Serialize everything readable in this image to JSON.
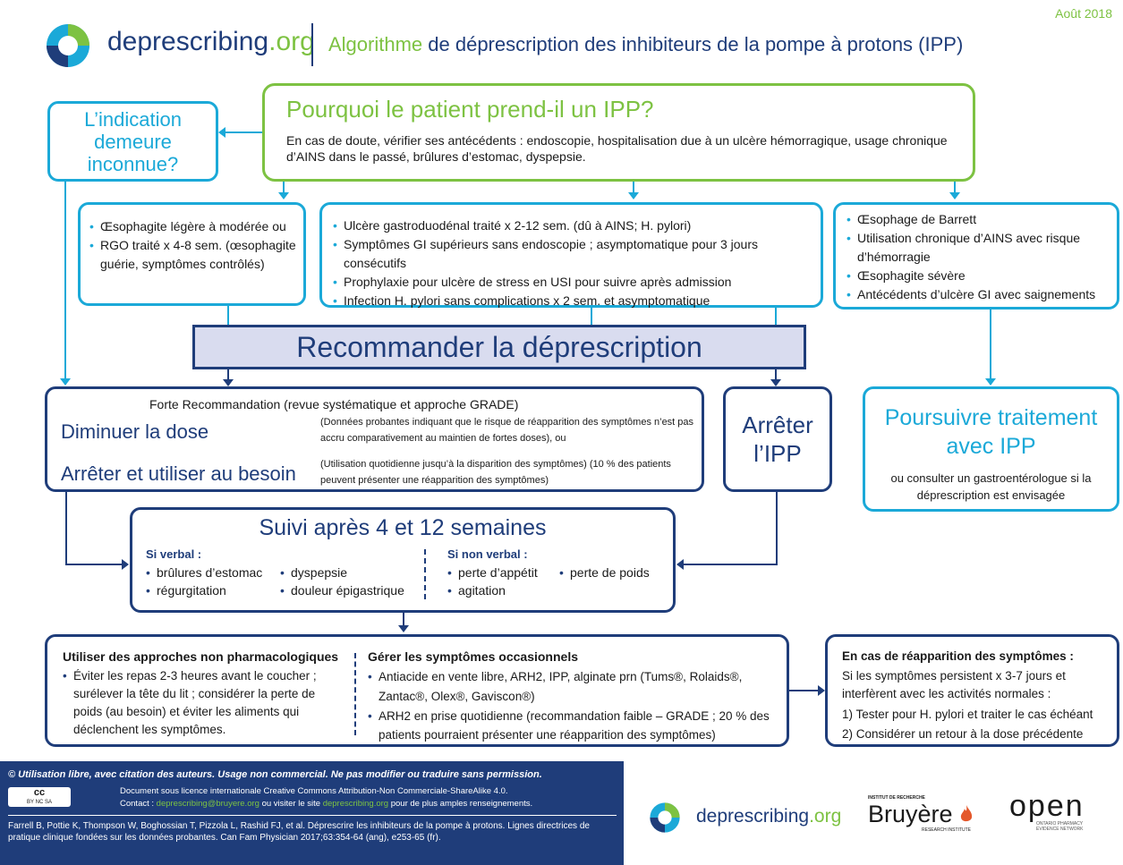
{
  "date": "Août 2018",
  "header": {
    "logo_text": "deprescribing",
    "logo_suffix": ".org",
    "title_accent": "Algorithme",
    "title_rest": " de déprescription des inhibiteurs de la pompe à protons (IPP)"
  },
  "question": {
    "title": "Pourquoi le patient prend-il un IPP?",
    "text": "En cas de doute, vérifier ses antécédents : endoscopie, hospitalisation due à un ulcère hémorragique, usage chronique d’AINS dans le passé, brûlures d’estomac, dyspepsie."
  },
  "unknown": {
    "text": "L’indication demeure inconnue?"
  },
  "box_left": {
    "items": [
      "Œsophagite légère à modérée ou",
      "RGO traité x 4-8 sem. (œsophagite guérie, symptômes contrôlés)"
    ]
  },
  "box_mid": {
    "items": [
      "Ulcère gastroduodénal traité x 2-12 sem. (dû à AINS; H. pylori)",
      "Symptômes GI supérieurs sans endoscopie ; asymptomatique pour 3 jours consécutifs",
      "Prophylaxie pour ulcère de stress en USI pour suivre après admission",
      "Infection H. pylori sans complications x 2 sem. et asymptomatique"
    ]
  },
  "box_right": {
    "items": [
      "Œsophage de Barrett",
      "Utilisation chronique  d’AINS avec risque d’hémorragie",
      "Œsophagite sévère",
      "Antécédents d’ulcère GI avec saignements"
    ]
  },
  "recommend": {
    "title": "Recommander la déprescription"
  },
  "reduce": {
    "header": "Forte Recommandation (revue systématique et approche GRADE)",
    "option1": "Diminuer la dose",
    "option1_note": "(Données probantes indiquant que le risque de réapparition des symptômes n’est pas accru comparativement au maintien de fortes doses), ou",
    "option2": "Arrêter et utiliser au besoin",
    "option2_note": "(Utilisation quotidienne jusqu’à la disparition des symptômes) (10 % des patients peuvent présenter une réapparition des symptômes)"
  },
  "stop": {
    "line1": "Arrêter",
    "line2": "l’IPP"
  },
  "continue": {
    "title": "Poursuivre traitement avec IPP",
    "text": "ou consulter un gastroentérologue si la déprescription est envisagée"
  },
  "followup": {
    "title": "Suivi après 4 et 12 semaines",
    "verbal_label": "Si verbal :",
    "verbal_col1": [
      "brûlures d’estomac",
      "régurgitation"
    ],
    "verbal_col2": [
      "dyspepsie",
      "douleur épigastrique"
    ],
    "nonverbal_label": "Si non verbal :",
    "nonverbal_col1": [
      "perte d’appétit",
      "agitation"
    ],
    "nonverbal_col2": [
      "perte de poids"
    ]
  },
  "manage": {
    "left_title": "Utiliser des approches non pharmacologiques",
    "left_text": "Éviter les repas 2-3 heures avant le coucher ; surélever la tête du lit ; considérer la perte de poids (au besoin) et éviter les aliments qui déclenchent les symptômes.",
    "right_title": "Gérer les symptômes occasionnels",
    "right_item1": "Antiacide en vente libre, ARH2, IPP, alginate prn (Tums®, Rolaids®, Zantac®, Olex®, Gaviscon®)",
    "right_item2": "ARH2 en prise quotidienne (recommandation faible – GRADE ; 20 % des patients pourraient présenter une réapparition des symptômes)"
  },
  "relapse": {
    "title": "En cas de réapparition des symptômes :",
    "text": "Si les symptômes persistent x 3-7 jours et interfèrent avec les activités normales :",
    "step1": "1) Tester pour H. pylori et traiter le cas échéant",
    "step2": "2) Considérer un retour à la dose précédente"
  },
  "footer": {
    "license_title": "© Utilisation libre, avec citation des auteurs. Usage non commercial. Ne pas modifier ou traduire sans permission.",
    "license_text": "Document sous licence internationale Creative Commons Attribution-Non Commerciale-ShareAlike 4.0.",
    "contact_label": "Contact : ",
    "contact_email": "deprescribing@bruyere.org",
    "contact_mid": " ou visiter le site ",
    "contact_site": "deprescribing.org",
    "contact_end": " pour de plus amples renseignements.",
    "citation": "Farrell B, Pottie K, Thompson W, Boghossian T, Pizzola L, Rashid FJ, et al. Déprescrire les inhibiteurs de la pompe à protons. Lignes directrices de pratique clinique fondées sur les données probantes. Can Fam Physician 2017;63:354-64 (ang), e253-65 (fr).",
    "cc_badge": "cc",
    "cc_sub": "BY NC SA"
  },
  "partners": {
    "logo_text": "deprescribing",
    "logo_suffix": ".org",
    "bruyere_top": "INSTITUT DE RECHERCHE",
    "bruyere": "Bruyère",
    "bruyere_bottom": "RESEARCH INSTITUTE",
    "open": "open",
    "open_sub": "ONTARIO PHARMACY EVIDENCE NETWORK"
  },
  "colors": {
    "green": "#7dc242",
    "cyan": "#1ba9d8",
    "navy": "#1f3d7a",
    "lavender": "#d9dcef"
  }
}
